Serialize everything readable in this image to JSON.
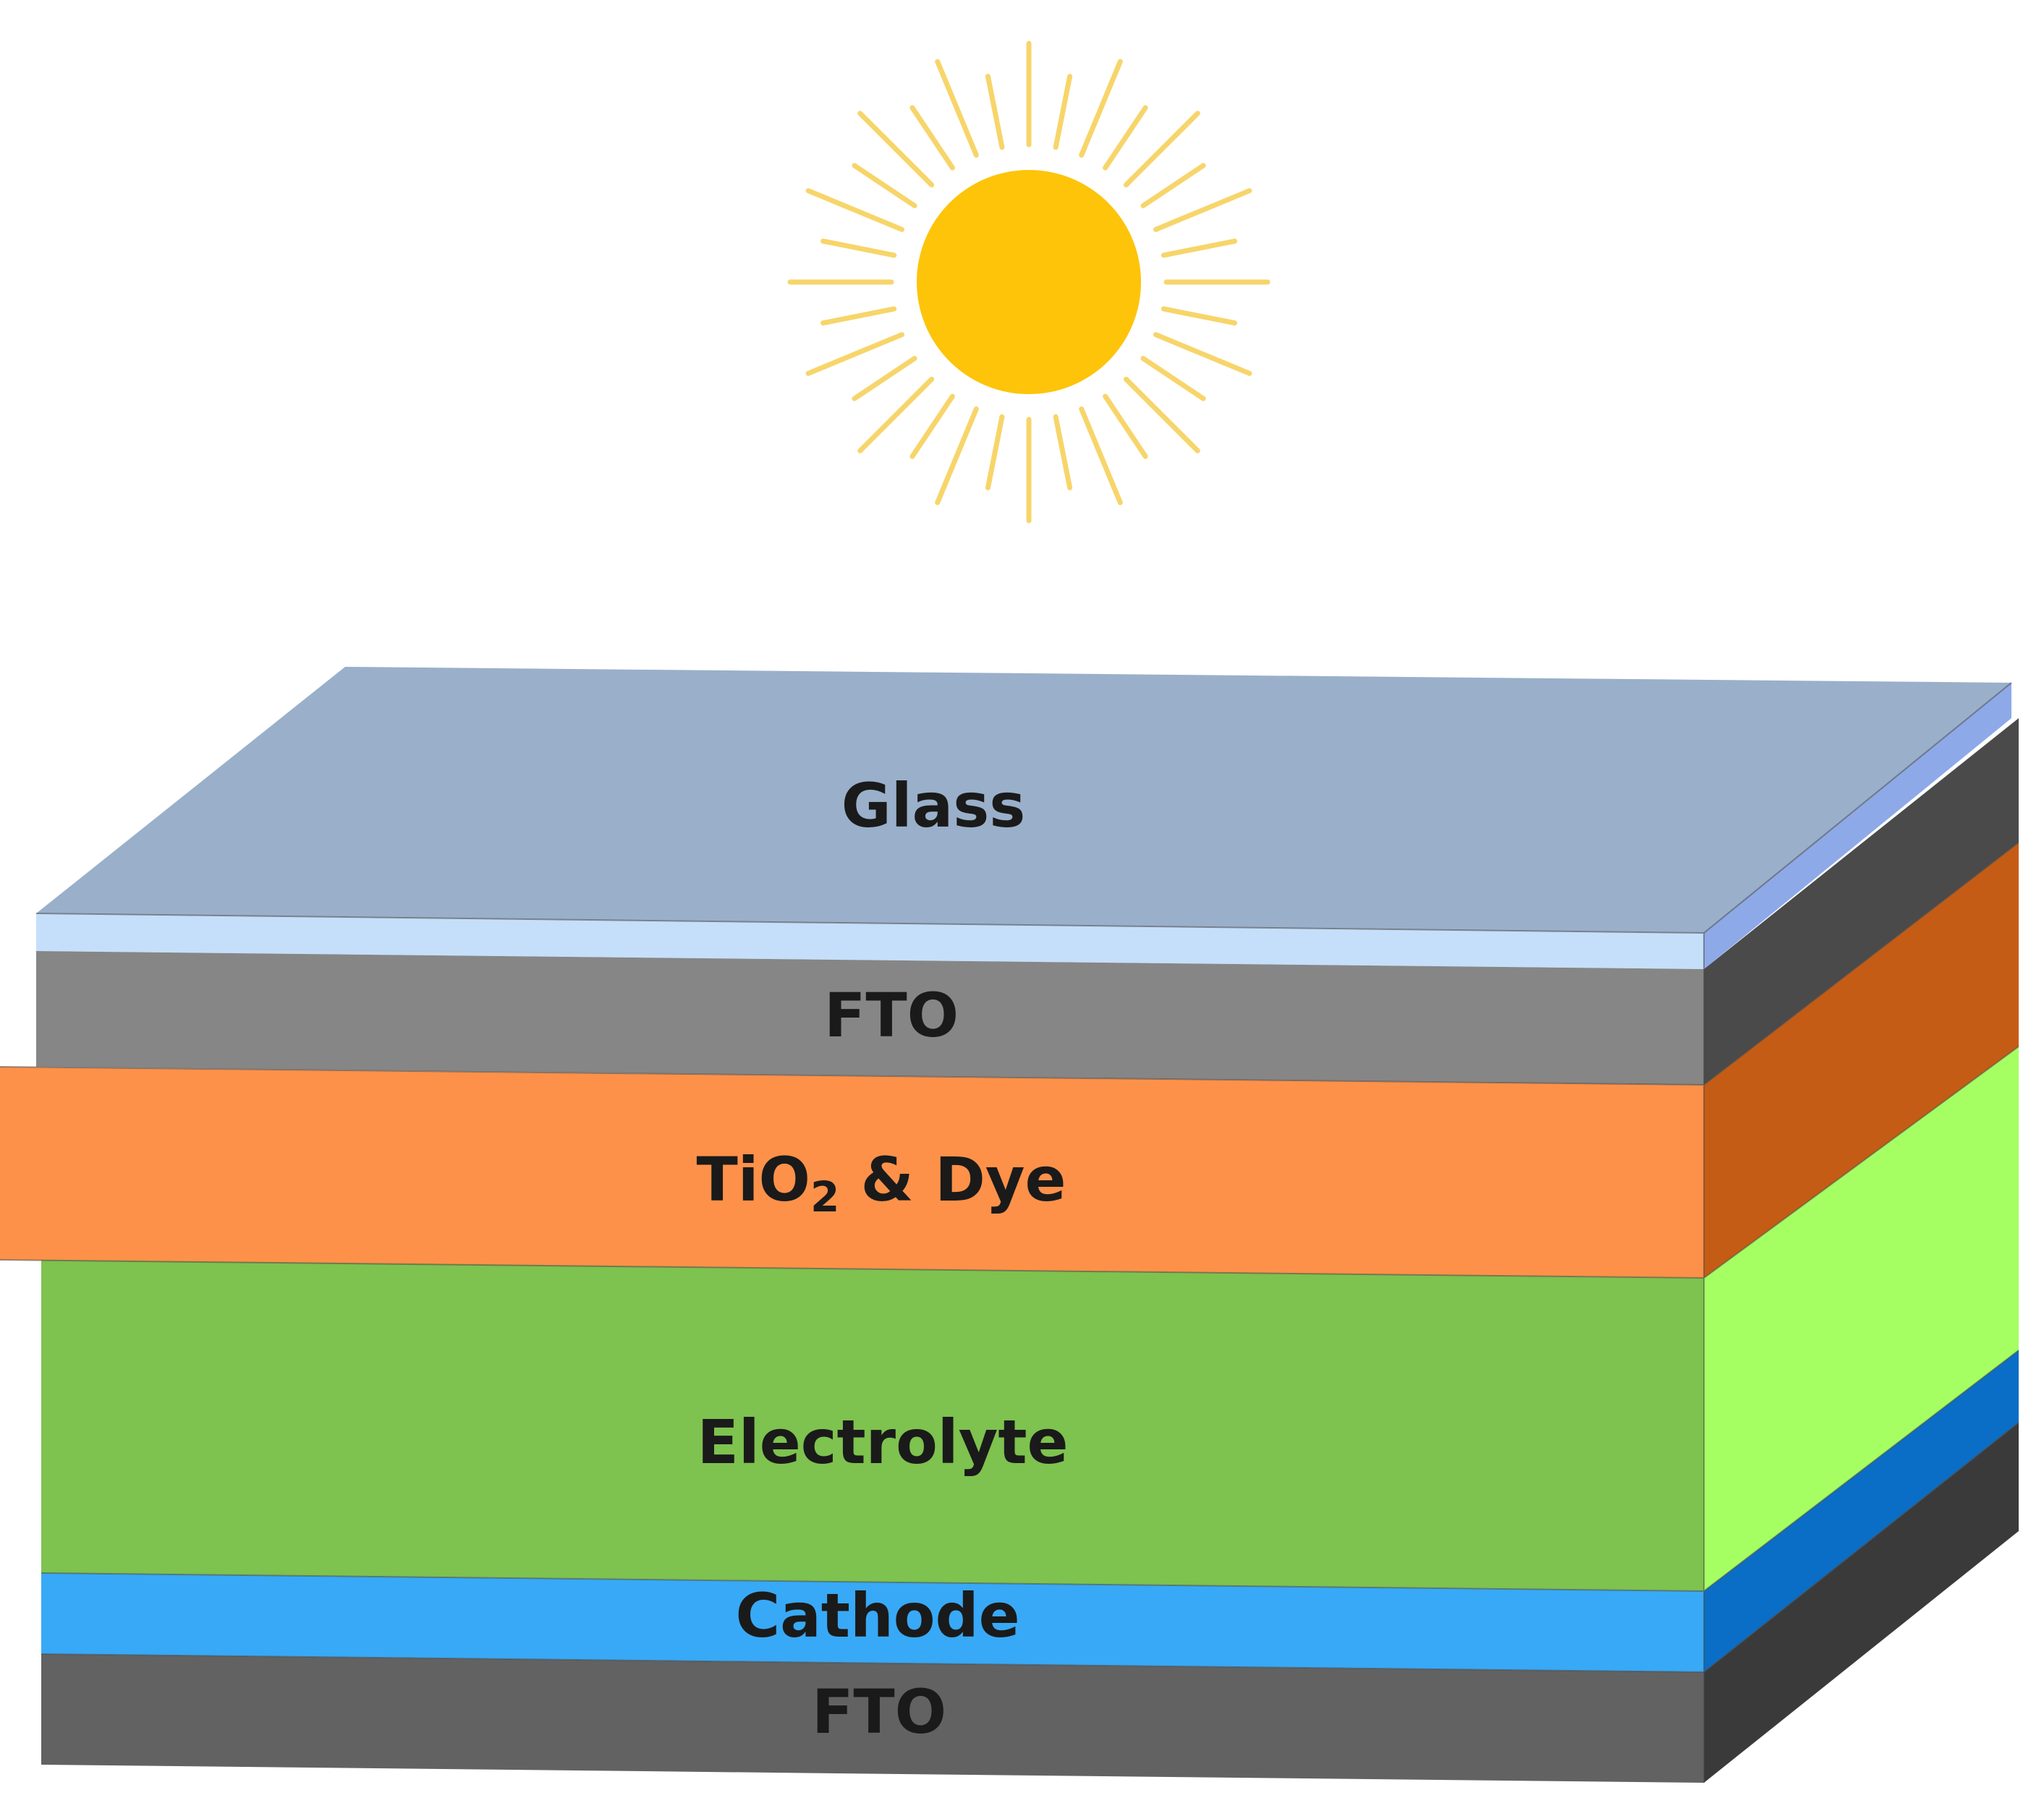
{
  "layers": [
    {
      "id": "glass",
      "label": "Glass",
      "colors": {
        "top": "#9aafca",
        "front": "#c5dffa",
        "side": "#8ea9e8"
      }
    },
    {
      "id": "fto_top",
      "label": "FTO",
      "colors": {
        "front": "#868686",
        "side": "#4a4a4a"
      }
    },
    {
      "id": "tio2_dye",
      "label": "TiO",
      "subscript": "2",
      "label_suffix": " & Dye",
      "colors": {
        "front": "#fd9149",
        "side": "#c55c15"
      }
    },
    {
      "id": "electrolyte",
      "label": "Electrolyte",
      "colors": {
        "front": "#7ec24f",
        "side": "#a5ff62"
      }
    },
    {
      "id": "cathode",
      "label": "Cathode",
      "colors": {
        "front": "#38a9f6",
        "side": "#0a6ec6"
      }
    },
    {
      "id": "fto_bottom",
      "label": "FTO",
      "colors": {
        "front": "#626262",
        "side": "#3a3a3a"
      }
    }
  ],
  "sun": {
    "core_color": "#fdc40a",
    "ray_color": "#f7d56a"
  }
}
